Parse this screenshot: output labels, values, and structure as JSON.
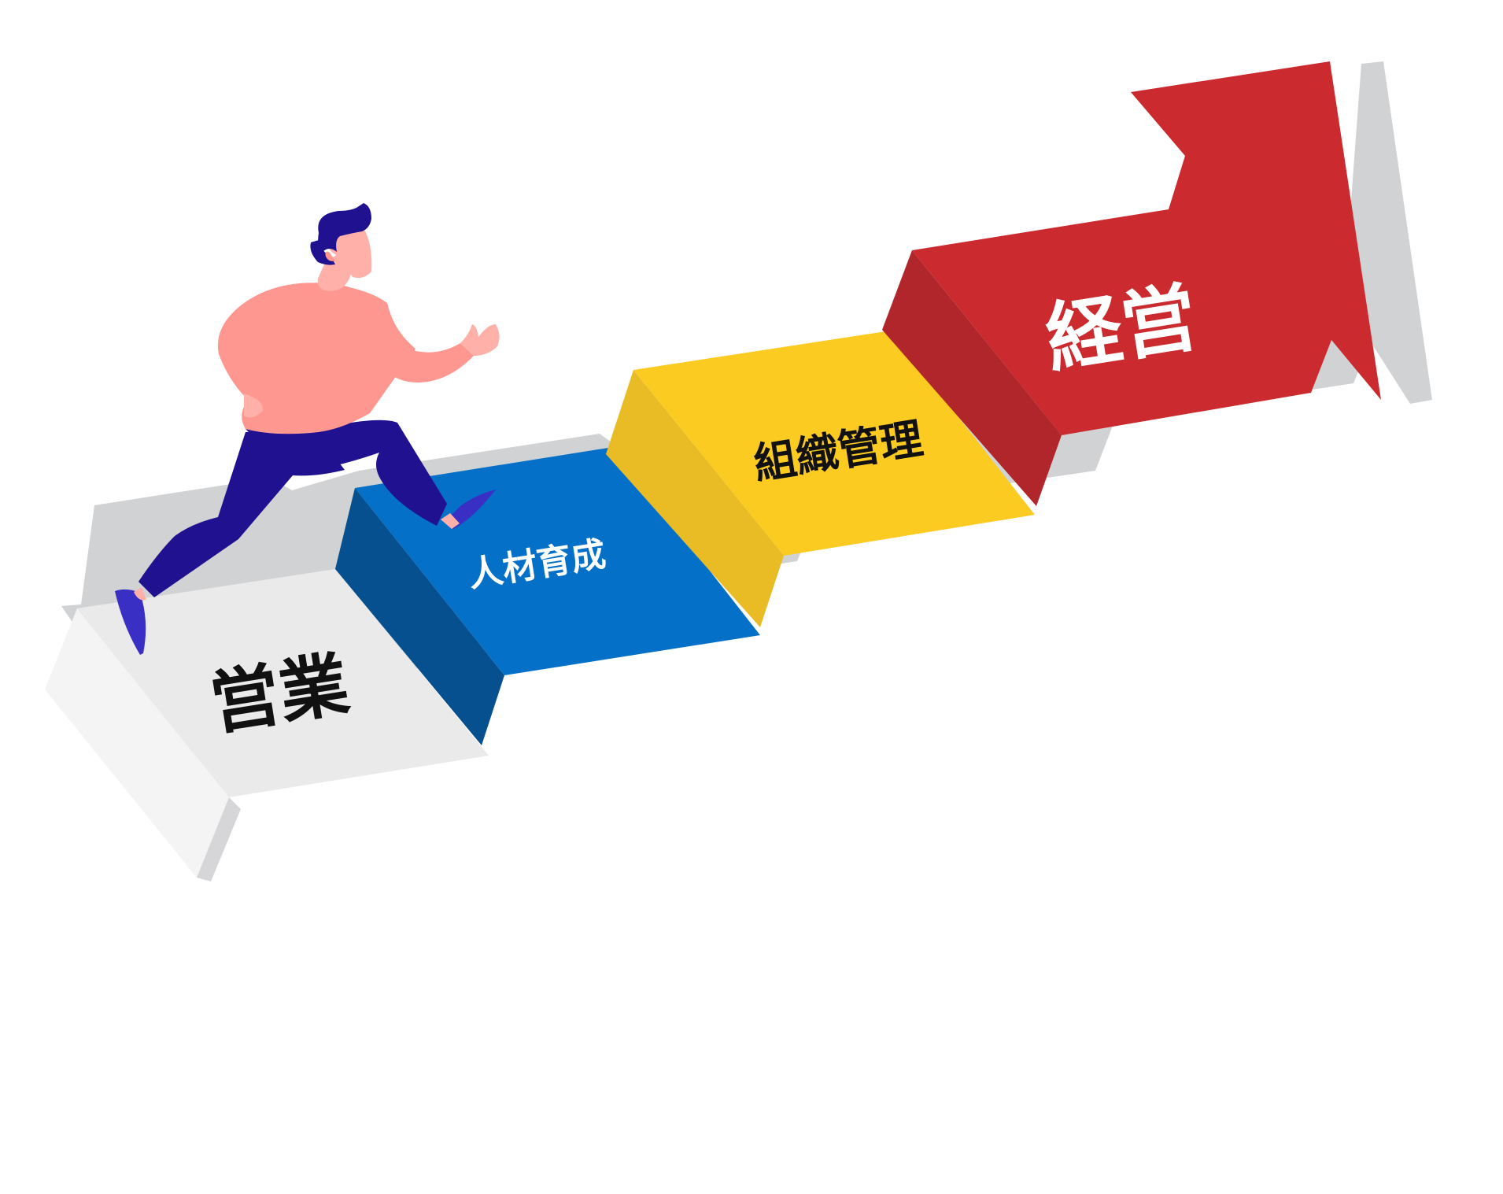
{
  "diagram": {
    "steps": [
      {
        "label": "営業",
        "color": "#EAEAEA",
        "text_color": "#111111"
      },
      {
        "label": "人材育成",
        "color": "#0570C8",
        "text_color": "#FFFFFF"
      },
      {
        "label": "組織管理",
        "color": "#FCCB22",
        "text_color": "#111111"
      },
      {
        "label": "経営",
        "color": "#CB2B2E",
        "text_color": "#FFFFFF"
      }
    ],
    "shadow_color": "#D1D2D4",
    "figure": {
      "description_icon": "running-person-icon",
      "shirt_color": "#FF9791",
      "pants_color": "#1F1190",
      "hair_color": "#1F1190",
      "skin_color": "#FFB0A9",
      "shoe_color": "#3A2FC4"
    }
  }
}
